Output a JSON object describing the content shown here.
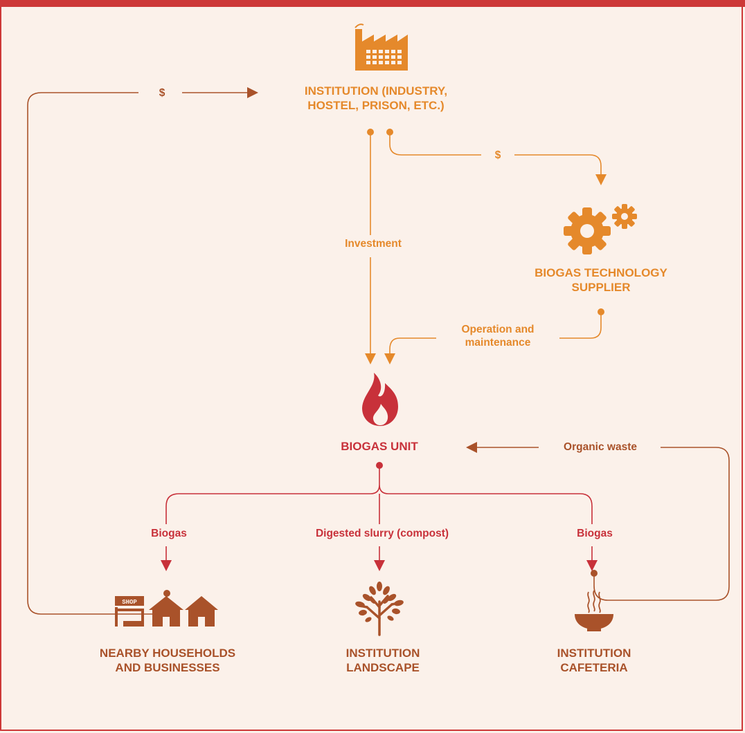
{
  "nodes": {
    "institution": {
      "line1": "INSTITUTION (INDUSTRY,",
      "line2": "HOSTEL, PRISON, ETC.)",
      "icon": "factory-icon"
    },
    "supplier": {
      "line1": "BIOGAS TECHNOLOGY",
      "line2": "SUPPLIER",
      "icon": "gears-icon"
    },
    "biogas_unit": {
      "label": "BIOGAS UNIT",
      "icon": "flame-icon"
    },
    "households": {
      "line1": "NEARBY HOUSEHOLDS",
      "line2": "AND BUSINESSES",
      "icon": "shop-houses-icon",
      "shop_sign": "SHOP"
    },
    "landscape": {
      "line1": "INSTITUTION",
      "line2": "LANDSCAPE",
      "icon": "tree-icon"
    },
    "cafeteria": {
      "line1": "INSTITUTION",
      "line2": "CAFETERIA",
      "icon": "bowl-icon"
    }
  },
  "edges": {
    "households_to_institution": "$",
    "institution_to_supplier": "$",
    "investment": "Investment",
    "operation_line1": "Operation and",
    "operation_line2": "maintenance",
    "organic_waste": "Organic waste",
    "biogas_left": "Biogas",
    "slurry": "Digested slurry (compost)",
    "biogas_right": "Biogas"
  },
  "colors": {
    "frame": "#cd3838",
    "background": "#fbf1ea",
    "orange": "#e5892b",
    "red": "#c8313a",
    "brown": "#a9522a"
  }
}
